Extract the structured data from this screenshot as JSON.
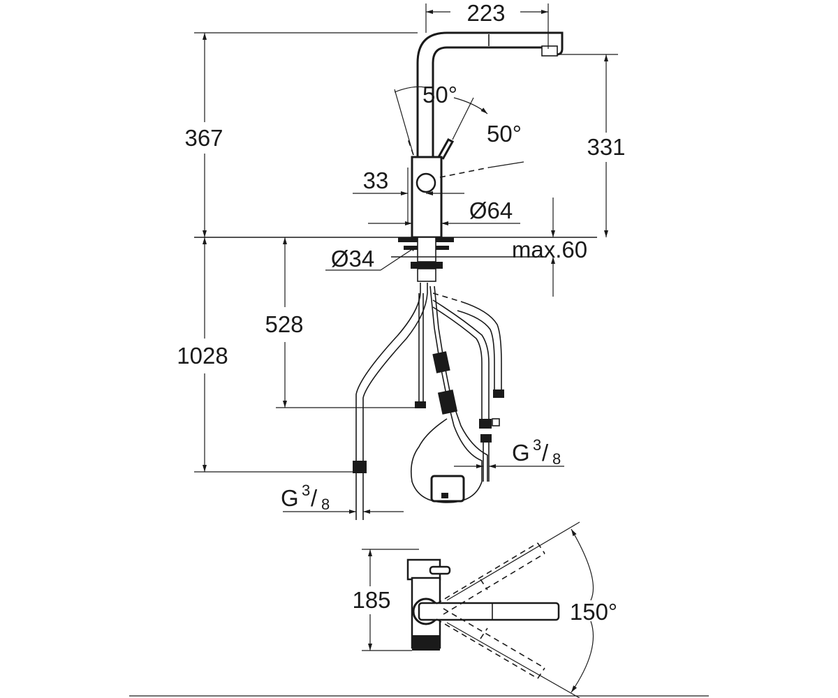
{
  "dimensions": {
    "spout_reach": "223",
    "total_height": "367",
    "spout_outlet_height": "331",
    "lever_angle_left": "50°",
    "lever_angle_right": "50°",
    "lever_offset": "33",
    "body_diameter": "Ø64",
    "hole_diameter": "Ø34",
    "max_counter_thickness": "max.60",
    "hose_length_to_connection": "528",
    "total_hose_length": "1028",
    "swivel_depth": "185",
    "swivel_angle": "150°"
  },
  "connections": {
    "left_thread_main": "G",
    "left_thread_fraction_top": "3",
    "left_thread_fraction_sep": "/",
    "left_thread_fraction_bottom": "8",
    "right_thread_main": "G",
    "right_thread_fraction_top": "3",
    "right_thread_fraction_sep": "/",
    "right_thread_fraction_bottom": "8"
  }
}
